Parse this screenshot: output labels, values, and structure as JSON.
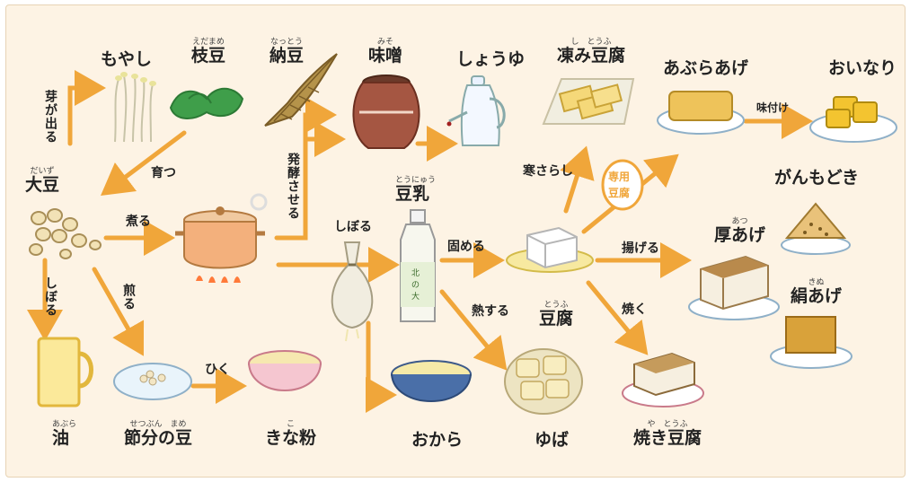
{
  "nodes": {
    "moyashi": {
      "label": "もやし",
      "ruby": ""
    },
    "edamame": {
      "label": "枝豆",
      "ruby": "えだまめ"
    },
    "natto": {
      "label": "納豆",
      "ruby": "なっとう"
    },
    "miso": {
      "label": "味噌",
      "ruby": "みそ"
    },
    "shoyu": {
      "label": "しょうゆ",
      "ruby": ""
    },
    "koori_tofu": {
      "label": "凍み豆腐",
      "ruby": "し　とうふ"
    },
    "aburaage": {
      "label": "あぶらあげ",
      "ruby": ""
    },
    "oinari": {
      "label": "おいなり",
      "ruby": ""
    },
    "daizu": {
      "label": "大豆",
      "ruby": "だいず"
    },
    "tonyu": {
      "label": "豆乳",
      "ruby": "とうにゅう"
    },
    "ganmodoki": {
      "label": "がんもどき",
      "ruby": ""
    },
    "atsuage": {
      "label": "厚あげ",
      "ruby": "あつ"
    },
    "kinuage": {
      "label": "絹あげ",
      "ruby": "きぬ"
    },
    "tofu": {
      "label": "豆腐",
      "ruby": "とうふ"
    },
    "abura": {
      "label": "油",
      "ruby": "あぶら"
    },
    "setsubun": {
      "label": "節分の豆",
      "ruby": "せつぶん　まめ"
    },
    "kinako": {
      "label": "きな粉",
      "ruby": "こ"
    },
    "okara": {
      "label": "おから",
      "ruby": ""
    },
    "yuba": {
      "label": "ゆば",
      "ruby": ""
    },
    "yakidofu": {
      "label": "焼き豆腐",
      "ruby": "や　とうふ"
    }
  },
  "actions": {
    "mega_deru": "芽が出る",
    "sodatsu": "育つ",
    "hakko": "発酵させる",
    "niru": "煮る",
    "shiboru_tonyu": "しぼる",
    "shiboru_abura": "しぼる",
    "iru": "煎る",
    "hiku": "ひく",
    "katameru": "固める",
    "nessuru": "熱する",
    "kansarashi": "寒さらし",
    "senyo": "専用",
    "senyo_tofu": "豆腐",
    "ageru": "揚げる",
    "yaku": "焼く",
    "ajitsuke": "味付け"
  },
  "colors": {
    "arrow": "#f0a63a",
    "background": "#fdf3e4"
  },
  "icons": [
    "bean-sprouts-icon",
    "edamame-icon",
    "natto-icon",
    "miso-pot-icon",
    "soy-sauce-pitcher-icon",
    "frozen-tofu-icon",
    "fried-tofu-icon",
    "inari-icon",
    "soybeans-icon",
    "cooking-pot-icon",
    "soy-milk-bottle-icon",
    "cloth-bag-icon",
    "tofu-block-icon",
    "ganmodoki-icon",
    "atsuage-icon",
    "kinuage-icon",
    "oil-glass-icon",
    "roasted-beans-icon",
    "kinako-bowl-icon",
    "okara-bowl-icon",
    "yuba-icon",
    "grilled-tofu-icon"
  ]
}
